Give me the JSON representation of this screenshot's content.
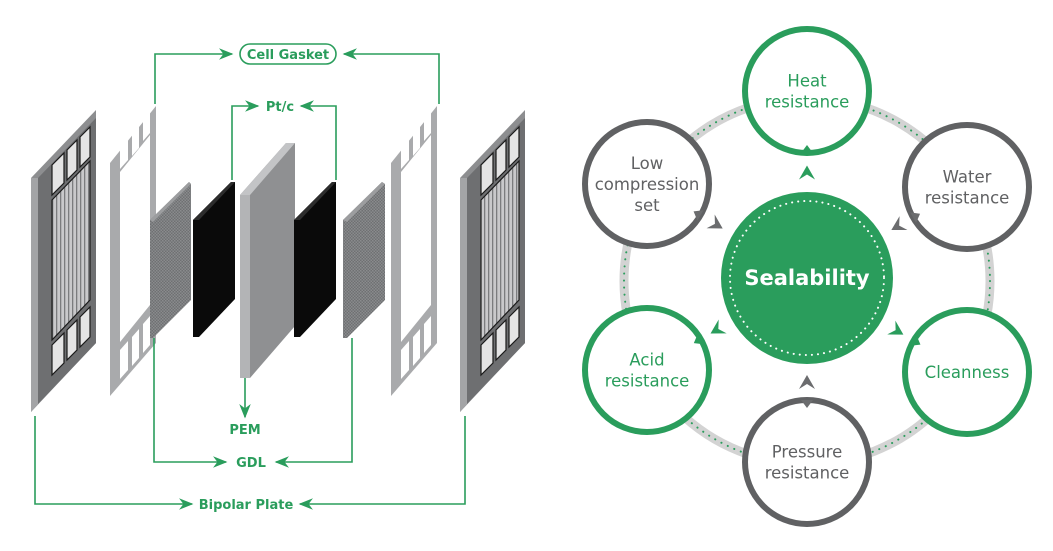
{
  "stack_diagram": {
    "title": "Fuel cell stack components (exploded view)",
    "labels": {
      "cell_gasket": "Cell Gasket",
      "pt_c": "Pt/c",
      "pem": "PEM",
      "gdl": "GDL",
      "bipolar_plate": "Bipolar Plate"
    },
    "layer_order": [
      "Bipolar Plate",
      "Cell Gasket",
      "GDL",
      "Pt/c",
      "PEM",
      "Pt/c",
      "GDL",
      "Cell Gasket",
      "Bipolar Plate"
    ],
    "colors": {
      "accent_green": "#2a9d5c",
      "plate_dark": "#6e6f71",
      "gasket_gray": "#a9aaac",
      "gdl_gray": "#7d7e80",
      "catalyst_black": "#0a0a0a",
      "pem_gray": "#9a9b9d"
    }
  },
  "property_cycle": {
    "center": {
      "label": "Sealability"
    },
    "nodes": [
      {
        "id": "heat",
        "lines": [
          "Heat",
          "resistance"
        ],
        "style": "green"
      },
      {
        "id": "water",
        "lines": [
          "Water",
          "resistance"
        ],
        "style": "gray"
      },
      {
        "id": "cleanness",
        "lines": [
          "Cleanness"
        ],
        "style": "green"
      },
      {
        "id": "pressure",
        "lines": [
          "Pressure",
          "resistance"
        ],
        "style": "gray"
      },
      {
        "id": "acid",
        "lines": [
          "Acid",
          "resistance"
        ],
        "style": "green"
      },
      {
        "id": "low-compression",
        "lines": [
          "Low",
          "compression",
          "set"
        ],
        "style": "gray"
      }
    ],
    "colors": {
      "green": "#2a9d5c",
      "gray": "#606163",
      "ring": "#d3d3d3",
      "arrow_gray": "#6b6c6e"
    }
  }
}
